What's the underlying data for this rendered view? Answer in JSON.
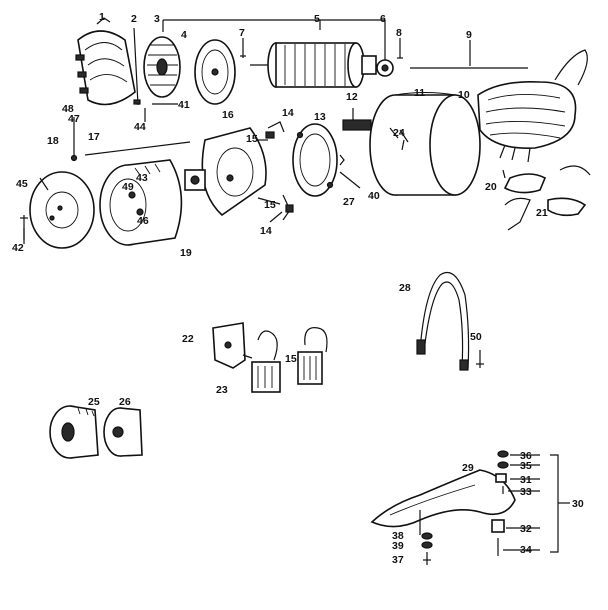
{
  "diagram": {
    "labels": [
      {
        "id": "c1",
        "text": "1"
      },
      {
        "id": "c2",
        "text": "2"
      },
      {
        "id": "c3",
        "text": "3"
      },
      {
        "id": "c4",
        "text": "4"
      },
      {
        "id": "c5",
        "text": "5"
      },
      {
        "id": "c6",
        "text": "6"
      },
      {
        "id": "c7",
        "text": "7"
      },
      {
        "id": "c8",
        "text": "8"
      },
      {
        "id": "c9",
        "text": "9"
      },
      {
        "id": "c10",
        "text": "10"
      },
      {
        "id": "c11",
        "text": "11"
      },
      {
        "id": "c12",
        "text": "12"
      },
      {
        "id": "c13",
        "text": "13"
      },
      {
        "id": "c14a",
        "text": "14"
      },
      {
        "id": "c14b",
        "text": "14"
      },
      {
        "id": "c15a",
        "text": "15"
      },
      {
        "id": "c15b",
        "text": "15"
      },
      {
        "id": "c15c",
        "text": "15"
      },
      {
        "id": "c16",
        "text": "16"
      },
      {
        "id": "c17",
        "text": "17"
      },
      {
        "id": "c18",
        "text": "18"
      },
      {
        "id": "c19",
        "text": "19"
      },
      {
        "id": "c20",
        "text": "20"
      },
      {
        "id": "c21",
        "text": "21"
      },
      {
        "id": "c22",
        "text": "22"
      },
      {
        "id": "c23",
        "text": "23"
      },
      {
        "id": "c24",
        "text": "24"
      },
      {
        "id": "c25",
        "text": "25"
      },
      {
        "id": "c26",
        "text": "26"
      },
      {
        "id": "c27",
        "text": "27"
      },
      {
        "id": "c28",
        "text": "28"
      },
      {
        "id": "c29",
        "text": "29"
      },
      {
        "id": "c30",
        "text": "30"
      },
      {
        "id": "c31",
        "text": "31"
      },
      {
        "id": "c32",
        "text": "32"
      },
      {
        "id": "c33",
        "text": "33"
      },
      {
        "id": "c34",
        "text": "34"
      },
      {
        "id": "c35",
        "text": "35"
      },
      {
        "id": "c36",
        "text": "36"
      },
      {
        "id": "c37",
        "text": "37"
      },
      {
        "id": "c38",
        "text": "38"
      },
      {
        "id": "c39",
        "text": "39"
      },
      {
        "id": "c40",
        "text": "40"
      },
      {
        "id": "c41",
        "text": "41"
      },
      {
        "id": "c42",
        "text": "42"
      },
      {
        "id": "c43",
        "text": "43"
      },
      {
        "id": "c44",
        "text": "44"
      },
      {
        "id": "c45",
        "text": "45"
      },
      {
        "id": "c46",
        "text": "46"
      },
      {
        "id": "c47",
        "text": "47"
      },
      {
        "id": "c48",
        "text": "48"
      },
      {
        "id": "c49",
        "text": "49"
      },
      {
        "id": "c50",
        "text": "50"
      }
    ]
  }
}
